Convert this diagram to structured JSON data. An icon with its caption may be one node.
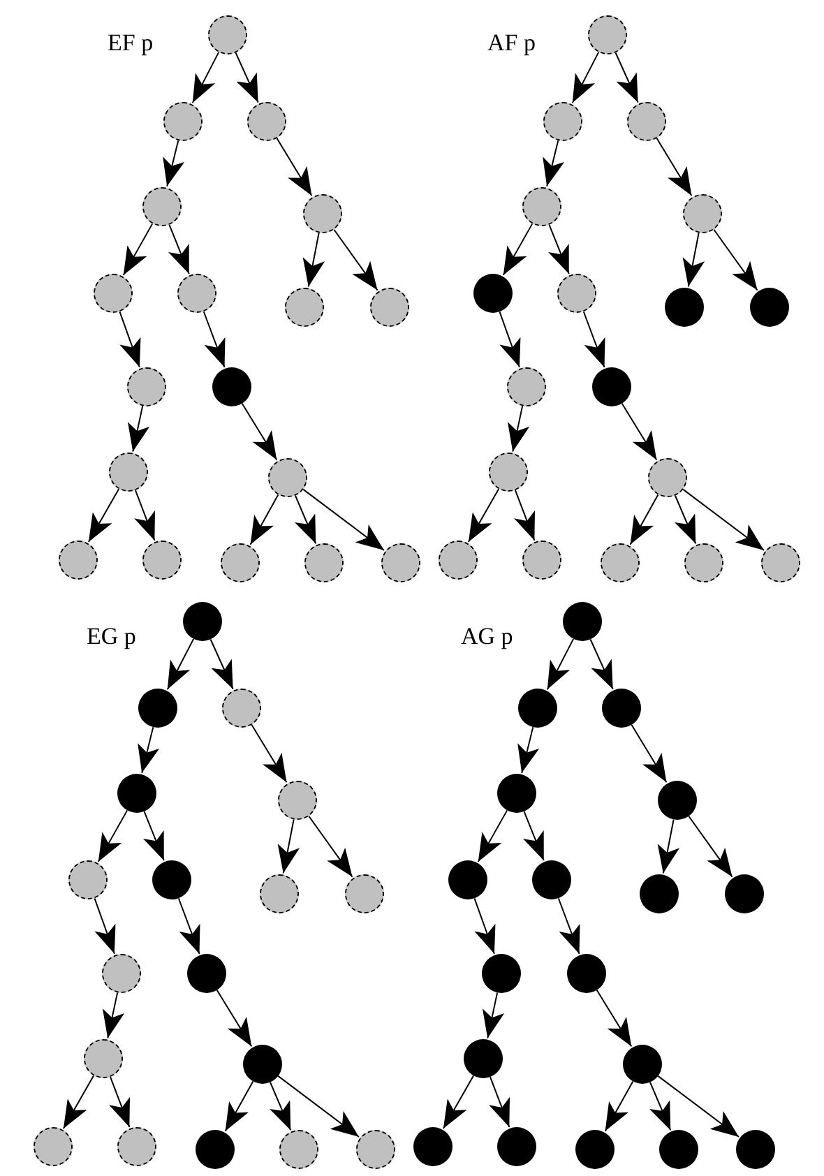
{
  "diagram": {
    "nodes": [
      {
        "text": [],
        "shape": "circle"
      },
      {
        "text": [],
        "shape": "circle"
      },
      {
        "text": [],
        "shape": "circle"
      },
      {
        "text": [],
        "shape": "circle"
      },
      {
        "text": [],
        "shape": "circle"
      },
      {
        "text": [],
        "shape": "circle"
      },
      {
        "text": [],
        "shape": "circle"
      },
      {
        "text": [],
        "shape": "circle"
      },
      {
        "text": [],
        "shape": "circle"
      },
      {
        "text": [],
        "shape": "circle"
      },
      {
        "text": [],
        "shape": "disc"
      },
      {
        "text": [],
        "shape": "circle"
      },
      {
        "text": [],
        "shape": "circle"
      },
      {
        "text": [],
        "shape": "circle"
      },
      {
        "text": [],
        "shape": "circle"
      },
      {
        "text": [],
        "shape": "circle"
      },
      {
        "text": [],
        "shape": "circle"
      },
      {
        "text": [],
        "shape": "circle"
      },
      {
        "text": [],
        "shape": "circle"
      },
      {
        "text": [],
        "shape": "circle"
      },
      {
        "text": [],
        "shape": "circle"
      },
      {
        "text": [],
        "shape": "circle"
      },
      {
        "text": [],
        "shape": "circle"
      },
      {
        "text": [],
        "shape": "disc"
      },
      {
        "text": [],
        "shape": "circle"
      },
      {
        "text": [],
        "shape": "disc"
      },
      {
        "text": [],
        "shape": "disc"
      },
      {
        "text": [],
        "shape": "circle"
      },
      {
        "text": [],
        "shape": "disc"
      },
      {
        "text": [],
        "shape": "circle"
      },
      {
        "text": [],
        "shape": "circle"
      },
      {
        "text": [],
        "shape": "circle"
      },
      {
        "text": [],
        "shape": "circle"
      },
      {
        "text": [],
        "shape": "circle"
      },
      {
        "text": [],
        "shape": "circle"
      },
      {
        "text": [],
        "shape": "circle"
      },
      {
        "text": [],
        "shape": "disc"
      },
      {
        "text": [],
        "shape": "disc"
      },
      {
        "text": [],
        "shape": "circle"
      },
      {
        "text": [],
        "shape": "disc"
      },
      {
        "text": [],
        "shape": "circle"
      },
      {
        "text": [],
        "shape": "circle"
      },
      {
        "text": [],
        "shape": "disc"
      },
      {
        "text": [],
        "shape": "circle"
      },
      {
        "text": [],
        "shape": "circle"
      },
      {
        "text": [],
        "shape": "circle"
      },
      {
        "text": [],
        "shape": "disc"
      },
      {
        "text": [],
        "shape": "circle"
      },
      {
        "text": [],
        "shape": "disc"
      },
      {
        "text": [],
        "shape": "circle"
      },
      {
        "text": [],
        "shape": "circle"
      },
      {
        "text": [],
        "shape": "disc"
      },
      {
        "text": [],
        "shape": "circle"
      },
      {
        "text": [],
        "shape": "circle"
      },
      {
        "text": [],
        "shape": "disc"
      },
      {
        "text": [],
        "shape": "disc"
      },
      {
        "text": [],
        "shape": "disc"
      },
      {
        "text": [],
        "shape": "disc"
      },
      {
        "text": [],
        "shape": "disc"
      },
      {
        "text": [],
        "shape": "disc"
      },
      {
        "text": [],
        "shape": "disc"
      },
      {
        "text": [],
        "shape": "disc"
      },
      {
        "text": [],
        "shape": "disc"
      },
      {
        "text": [],
        "shape": "disc"
      },
      {
        "text": [],
        "shape": "disc"
      },
      {
        "text": [],
        "shape": "disc"
      },
      {
        "text": [],
        "shape": "disc"
      },
      {
        "text": [],
        "shape": "disc"
      },
      {
        "text": [],
        "shape": "disc"
      },
      {
        "text": [],
        "shape": "disc"
      },
      {
        "text": [],
        "shape": "disc"
      },
      {
        "text": [],
        "shape": "disc"
      }
    ],
    "edges": [
      {
        "from": 0,
        "to": 1,
        "arrow": "to"
      },
      {
        "from": 0,
        "to": 2,
        "arrow": "to"
      },
      {
        "from": 1,
        "to": 3,
        "arrow": "to"
      },
      {
        "from": 2,
        "to": 4,
        "arrow": "to"
      },
      {
        "from": 3,
        "to": 5,
        "arrow": "to"
      },
      {
        "from": 3,
        "to": 6,
        "arrow": "to"
      },
      {
        "from": 4,
        "to": 7,
        "arrow": "to"
      },
      {
        "from": 4,
        "to": 8,
        "arrow": "to"
      },
      {
        "from": 5,
        "to": 9,
        "arrow": "to"
      },
      {
        "from": 6,
        "to": 10,
        "arrow": "to"
      },
      {
        "from": 9,
        "to": 11,
        "arrow": "to"
      },
      {
        "from": 10,
        "to": 12,
        "arrow": "to"
      },
      {
        "from": 11,
        "to": 13,
        "arrow": "to"
      },
      {
        "from": 11,
        "to": 14,
        "arrow": "to"
      },
      {
        "from": 12,
        "to": 15,
        "arrow": "to"
      },
      {
        "from": 12,
        "to": 16,
        "arrow": "to"
      },
      {
        "from": 12,
        "to": 17,
        "arrow": "to"
      },
      {
        "from": 18,
        "to": 19,
        "arrow": "to"
      },
      {
        "from": 18,
        "to": 20,
        "arrow": "to"
      },
      {
        "from": 19,
        "to": 21,
        "arrow": "to"
      },
      {
        "from": 20,
        "to": 22,
        "arrow": "to"
      },
      {
        "from": 21,
        "to": 23,
        "arrow": "to"
      },
      {
        "from": 21,
        "to": 24,
        "arrow": "to"
      },
      {
        "from": 22,
        "to": 25,
        "arrow": "to"
      },
      {
        "from": 22,
        "to": 26,
        "arrow": "to"
      },
      {
        "from": 23,
        "to": 27,
        "arrow": "to"
      },
      {
        "from": 24,
        "to": 28,
        "arrow": "to"
      },
      {
        "from": 27,
        "to": 29,
        "arrow": "to"
      },
      {
        "from": 28,
        "to": 30,
        "arrow": "to"
      },
      {
        "from": 29,
        "to": 31,
        "arrow": "to"
      },
      {
        "from": 29,
        "to": 32,
        "arrow": "to"
      },
      {
        "from": 30,
        "to": 33,
        "arrow": "to"
      },
      {
        "from": 30,
        "to": 34,
        "arrow": "to"
      },
      {
        "from": 30,
        "to": 35,
        "arrow": "to"
      },
      {
        "from": 36,
        "to": 37,
        "arrow": "to"
      },
      {
        "from": 36,
        "to": 38,
        "arrow": "to"
      },
      {
        "from": 37,
        "to": 39,
        "arrow": "to"
      },
      {
        "from": 38,
        "to": 40,
        "arrow": "to"
      },
      {
        "from": 39,
        "to": 41,
        "arrow": "to"
      },
      {
        "from": 39,
        "to": 42,
        "arrow": "to"
      },
      {
        "from": 40,
        "to": 43,
        "arrow": "to"
      },
      {
        "from": 40,
        "to": 44,
        "arrow": "to"
      },
      {
        "from": 41,
        "to": 45,
        "arrow": "to"
      },
      {
        "from": 42,
        "to": 46,
        "arrow": "to"
      },
      {
        "from": 45,
        "to": 47,
        "arrow": "to"
      },
      {
        "from": 46,
        "to": 48,
        "arrow": "to"
      },
      {
        "from": 47,
        "to": 49,
        "arrow": "to"
      },
      {
        "from": 47,
        "to": 50,
        "arrow": "to"
      },
      {
        "from": 48,
        "to": 51,
        "arrow": "to"
      },
      {
        "from": 48,
        "to": 52,
        "arrow": "to"
      },
      {
        "from": 48,
        "to": 53,
        "arrow": "to"
      },
      {
        "from": 54,
        "to": 55,
        "arrow": "to"
      },
      {
        "from": 54,
        "to": 56,
        "arrow": "to"
      },
      {
        "from": 55,
        "to": 57,
        "arrow": "to"
      },
      {
        "from": 56,
        "to": 58,
        "arrow": "to"
      },
      {
        "from": 57,
        "to": 59,
        "arrow": "to"
      },
      {
        "from": 57,
        "to": 60,
        "arrow": "to"
      },
      {
        "from": 58,
        "to": 61,
        "arrow": "to"
      },
      {
        "from": 58,
        "to": 62,
        "arrow": "to"
      },
      {
        "from": 59,
        "to": 63,
        "arrow": "to"
      },
      {
        "from": 60,
        "to": 64,
        "arrow": "to"
      },
      {
        "from": 63,
        "to": 65,
        "arrow": "to"
      },
      {
        "from": 64,
        "to": 66,
        "arrow": "to"
      },
      {
        "from": 65,
        "to": 67,
        "arrow": "to"
      },
      {
        "from": 65,
        "to": 68,
        "arrow": "to"
      },
      {
        "from": 66,
        "to": 69,
        "arrow": "to"
      },
      {
        "from": 66,
        "to": 70,
        "arrow": "to"
      },
      {
        "from": 66,
        "to": 71,
        "arrow": "to"
      }
    ],
    "labels": [
      "EF p",
      "AF p",
      "EG p",
      "AG p"
    ]
  }
}
